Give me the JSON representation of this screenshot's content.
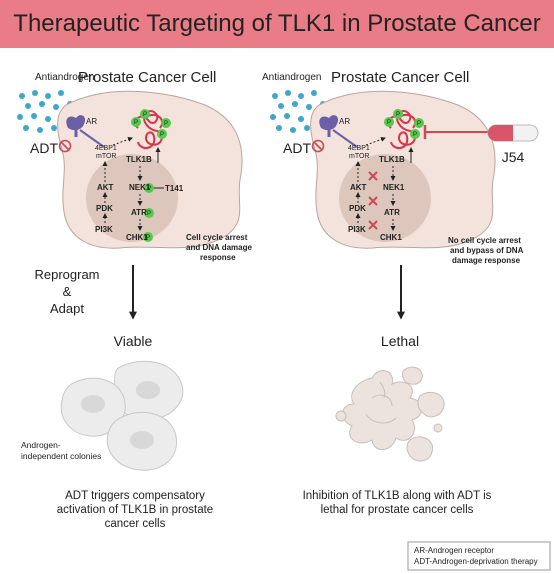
{
  "title": "Therapeutic Targeting of TLK1 in Prostate Cancer",
  "left": {
    "antiandrogen": "Antiandrogen",
    "cell_title": "Prostate Cancer Cell",
    "adt": "ADT",
    "ar": "AR",
    "ebp_1": "4EBP1",
    "ebp_2": "mTOR",
    "tlk1b": "TLK1B",
    "nek1": "NEK1",
    "t141": "T141",
    "akt": "AKT",
    "pdk": "PDK",
    "pi3k": "PI3K",
    "atr": "ATR",
    "chk1": "CHK1",
    "p": "P",
    "note_1": "Cell cycle arrest",
    "note_2": "and DNA damage",
    "note_3": "response",
    "reprogram_1": "Reprogram",
    "reprogram_2": "&",
    "reprogram_3": "Adapt",
    "outcome": "Viable",
    "colonies_1": "Androgen-",
    "colonies_2": "independent colonies",
    "caption_1": "ADT triggers compensatory",
    "caption_2": "activation of TLK1B in prostate",
    "caption_3": "cancer cells"
  },
  "right": {
    "antiandrogen": "Antiandrogen",
    "cell_title": "Prostate Cancer Cell",
    "adt": "ADT",
    "ar": "AR",
    "ebp_1": "4EBP1",
    "ebp_2": "mTOR",
    "tlk1b": "TLK1B",
    "nek1": "NEK1",
    "akt": "AKT",
    "pdk": "PDK",
    "pi3k": "PI3K",
    "atr": "ATR",
    "chk1": "CHK1",
    "p": "P",
    "drug": "J54",
    "note_1": "No cell cycle arrest",
    "note_2": "and bypass of DNA",
    "note_3": "damage response",
    "outcome": "Lethal",
    "caption_1": "Inhibition of TLK1B along with ADT is",
    "caption_2": "lethal for prostate cancer cells"
  },
  "legend": {
    "line_1": "AR-Androgen receptor",
    "line_2": "ADT-Androgen-deprivation therapy"
  },
  "colors": {
    "banner": "#e97c86",
    "cell": "#f3e3dc",
    "nucleus": "#ddc7bc",
    "phospho": "#57c84d",
    "dna": "#d8344b",
    "block": "#c94b57",
    "receptor": "#6b5fa8",
    "dots": "#3fa6cc"
  }
}
